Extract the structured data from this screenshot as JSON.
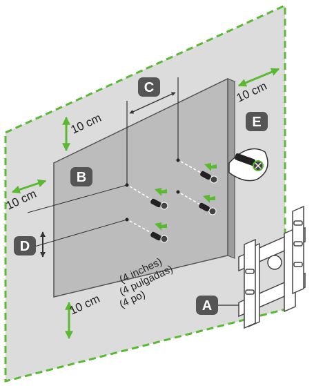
{
  "badges": {
    "a": "A",
    "b": "B",
    "c": "C",
    "d": "D",
    "e": "E"
  },
  "distances": {
    "top": "10 cm",
    "left": "10 cm",
    "right": "10 cm",
    "bottom": "10 cm"
  },
  "hole_spacing": {
    "line1": "(4 inches)",
    "line2": "(4 pulgadas)",
    "line3": "(4 po)"
  },
  "colors": {
    "wall": "#dcdcdc",
    "tv": "#b9b9b9",
    "tv_edge": "#555555",
    "green": "#5bb832",
    "badge": "#555555"
  }
}
